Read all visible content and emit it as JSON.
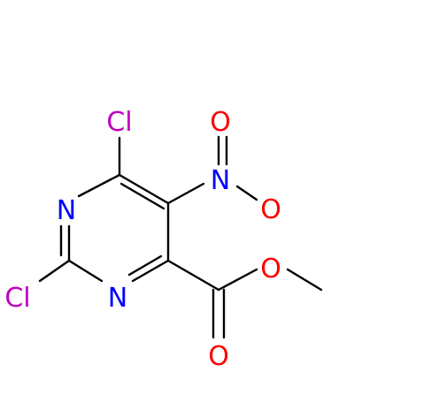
{
  "molecule": {
    "atoms": {
      "cl_top": {
        "label": "Cl",
        "color": "#c000c0"
      },
      "n_ring_left": {
        "label": "N",
        "color": "#0000ff"
      },
      "cl_left": {
        "label": "Cl",
        "color": "#c000c0"
      },
      "n_ring_bottom": {
        "label": "N",
        "color": "#0000ff"
      },
      "n_nitro": {
        "label": "N",
        "color": "#0000ff"
      },
      "o_nitro_top": {
        "label": "O",
        "color": "#ff0000"
      },
      "o_nitro_right": {
        "label": "O",
        "color": "#ff0000"
      },
      "o_ester": {
        "label": "O",
        "color": "#ff0000"
      },
      "o_carbonyl": {
        "label": "O",
        "color": "#ff0000"
      }
    }
  }
}
